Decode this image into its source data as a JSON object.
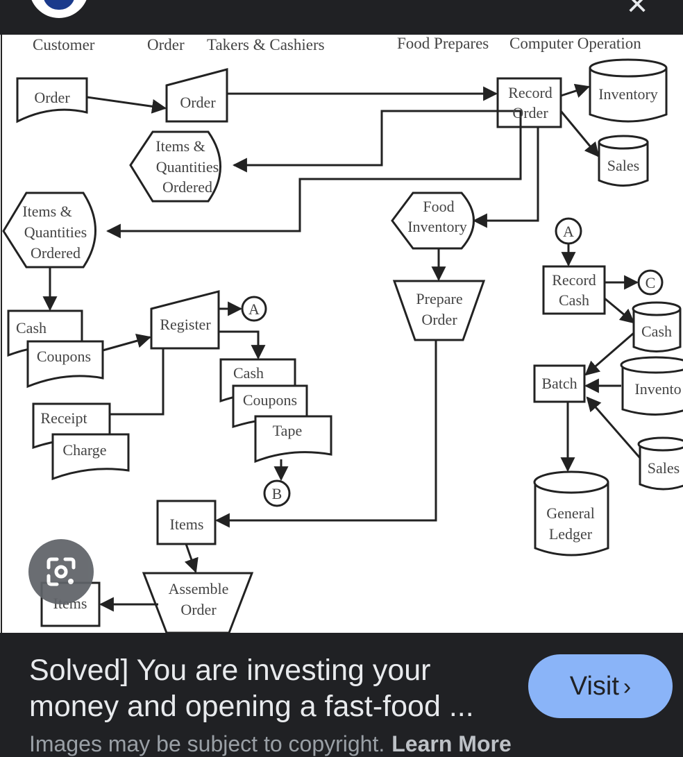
{
  "diagram": {
    "headers": {
      "customer": "Customer",
      "order": "Order",
      "takers_cashiers": "Takers & Cashiers",
      "food_preparers": "Food Prepares",
      "computer_operation": "Computer Operation"
    },
    "nodes": {
      "customer_order": "Order",
      "order_doc": "Order",
      "record_order_1": "Record",
      "record_order_2": "Order",
      "inventory_top": "Inventory",
      "sales_top": "Sales",
      "items_qty_1a": "Items &",
      "items_qty_1b": "Quantities",
      "items_qty_1c": "Ordered",
      "items_qty_2a": "Items &",
      "items_qty_2b": "Quantities",
      "items_qty_2c": "Ordered",
      "food_inv_1": "Food",
      "food_inv_2": "Inventory",
      "prepare_1": "Prepare",
      "prepare_2": "Order",
      "cash_doc": "Cash",
      "coupons_doc": "Coupons",
      "register": "Register",
      "connector_a": "A",
      "connector_a2": "A",
      "connector_b": "B",
      "connector_c": "C",
      "cash_doc2": "Cash",
      "coupons_doc2": "Coupons",
      "tape_doc": "Tape",
      "receipt_doc": "Receipt",
      "charge_doc": "Charge",
      "record_cash_1": "Record",
      "record_cash_2": "Cash",
      "cash_db": "Cash",
      "batch": "Batch",
      "inventory_right": "Invento",
      "sales_right": "Sales",
      "gl_1": "General",
      "gl_2": "Ledger",
      "items_box": "Items",
      "assemble_1": "Assemble",
      "assemble_2": "Order",
      "items_bottom": "Items"
    }
  },
  "caption": {
    "title": "Solved] You are investing your money and opening a fast-food ...",
    "visit_label": "Visit",
    "copyright": "Images may be subject to copyright.",
    "learn_more": "Learn More"
  },
  "icons": {
    "close": "close-icon",
    "lens": "google-lens-icon",
    "chevron": "chevron-right-icon"
  },
  "colors": {
    "background": "#202124",
    "visit_button": "#8ab4f8",
    "text": "#e8eaed"
  }
}
